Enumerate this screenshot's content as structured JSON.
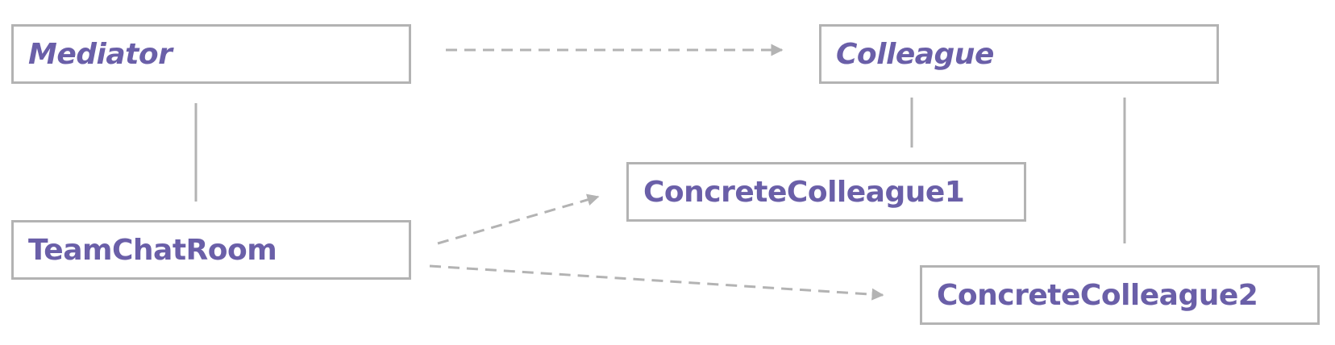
{
  "colors": {
    "text": "#6a5fa8",
    "box_border": "#b3b3b3",
    "connector": "#b3b3b3",
    "background": "#ffffff"
  },
  "nodes": {
    "mediator": {
      "label": "Mediator",
      "italic": true
    },
    "colleague": {
      "label": "Colleague",
      "italic": true
    },
    "concrete_colleague_1": {
      "label": "ConcreteColleague1",
      "italic": false
    },
    "team_chat_room": {
      "label": "TeamChatRoom",
      "italic": false
    },
    "concrete_colleague_2": {
      "label": "ConcreteColleague2",
      "italic": false
    }
  },
  "edges": [
    {
      "from": "mediator",
      "to": "colleague",
      "style": "dashed",
      "arrow": true
    },
    {
      "from": "mediator",
      "to": "team_chat_room",
      "style": "solid",
      "arrow": false
    },
    {
      "from": "colleague",
      "to": "concrete_colleague_1",
      "style": "solid",
      "arrow": false
    },
    {
      "from": "colleague",
      "to": "concrete_colleague_2",
      "style": "solid",
      "arrow": false
    },
    {
      "from": "team_chat_room",
      "to": "concrete_colleague_1",
      "style": "dashed",
      "arrow": true
    },
    {
      "from": "team_chat_room",
      "to": "concrete_colleague_2",
      "style": "dashed",
      "arrow": true
    }
  ]
}
